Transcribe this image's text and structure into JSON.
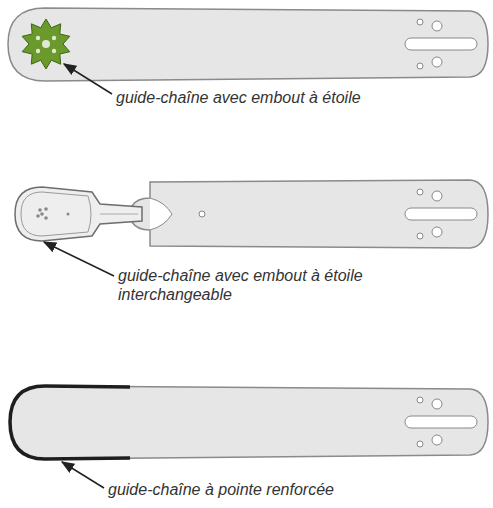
{
  "diagram": {
    "labels": [
      "guide-chaîne avec embout à étoile",
      "guide-chaîne avec embout à étoile interchangeable",
      "guide-chaîne à pointe renforcée"
    ]
  }
}
